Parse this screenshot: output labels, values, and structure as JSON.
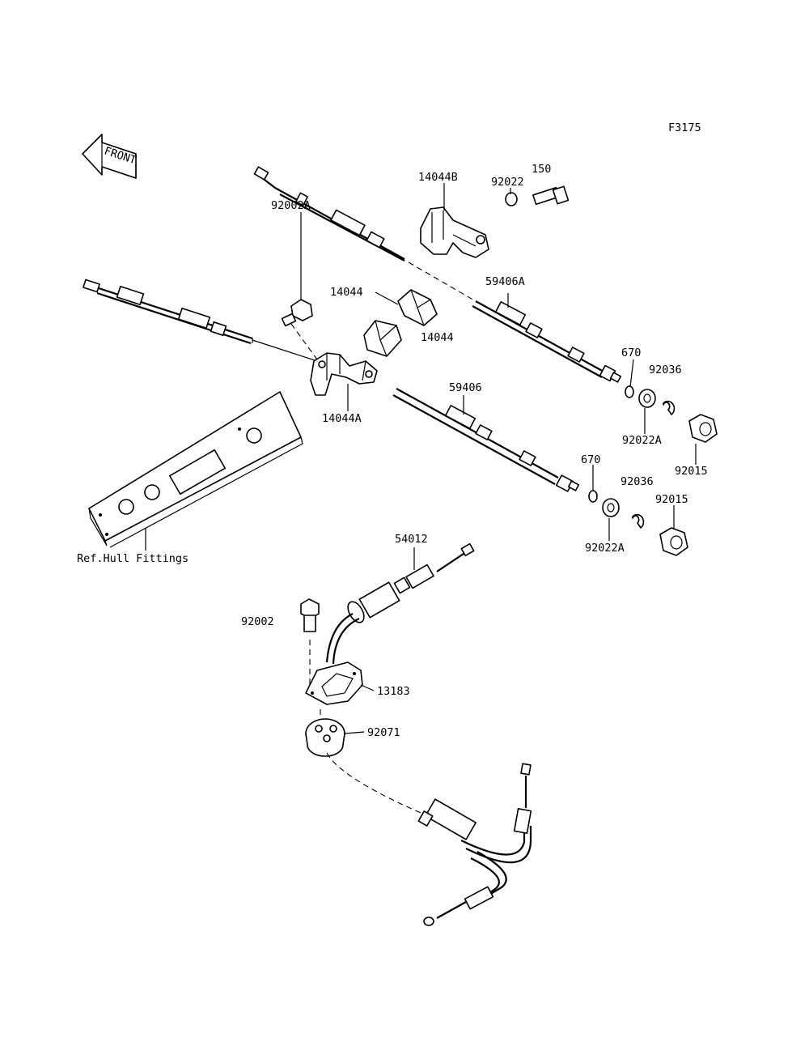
{
  "figure_code": "F3175",
  "front_arrow_label": "FRONT",
  "labels": {
    "p14044B": "14044B",
    "p92022": "92022",
    "p150": "150",
    "p92002A": "92002A",
    "p14044_a": "14044",
    "p14044_b": "14044",
    "p59406A": "59406A",
    "p670_a": "670",
    "p92036_a": "92036",
    "p14044A": "14044A",
    "p59406": "59406",
    "p92022A_a": "92022A",
    "p92015_a": "92015",
    "p670_b": "670",
    "p92036_b": "92036",
    "p92015_b": "92015",
    "p92022A_b": "92022A",
    "ref_hull": "Ref.Hull Fittings",
    "p54012": "54012",
    "p92002": "92002",
    "p13183": "13183",
    "p92071": "92071"
  }
}
